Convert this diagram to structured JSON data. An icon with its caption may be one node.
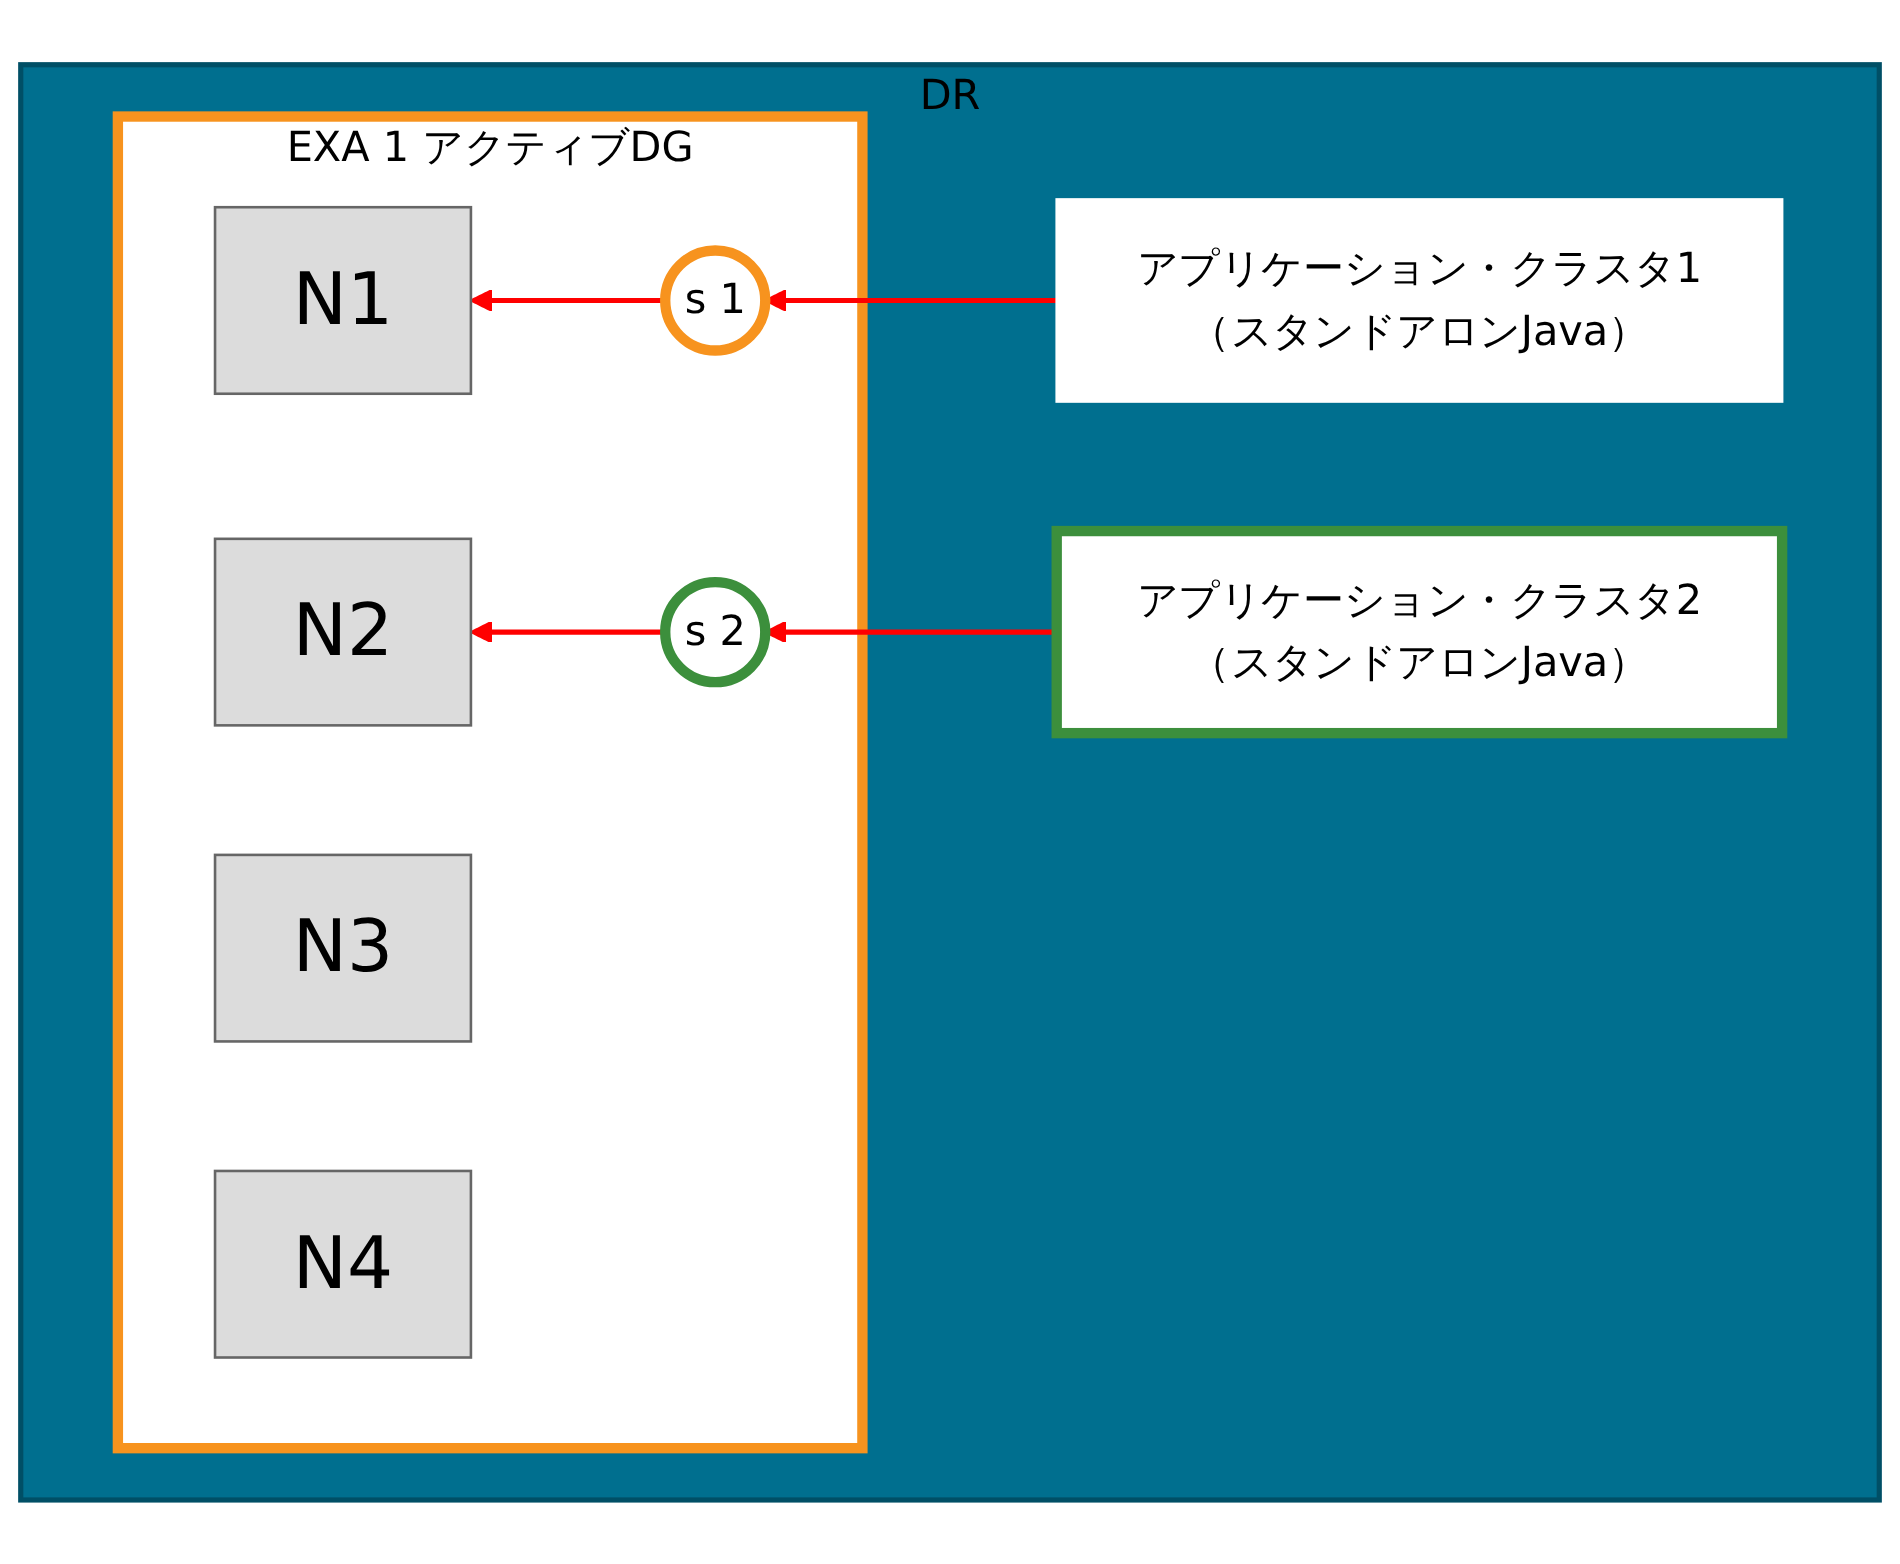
{
  "diagram": {
    "nodes": [
      {
        "text": [
          "DR"
        ]
      },
      {
        "text": [
          "EXA 1 アクティブDG"
        ],
        "in": 0
      },
      {
        "text": [
          "N1"
        ],
        "in": 1
      },
      {
        "text": [
          "s 1"
        ],
        "in": 1
      },
      {
        "text": [
          "N2"
        ],
        "in": 1
      },
      {
        "text": [
          "s 2"
        ],
        "in": 1
      },
      {
        "text": [
          "N3"
        ],
        "in": 1
      },
      {
        "text": [
          "N4"
        ],
        "in": 1
      },
      {
        "text": [
          "アプリケーション・クラスタ1（スタンドアロンJava）"
        ],
        "in": 0
      },
      {
        "text": [
          "アプリケーション・クラスタ2（スタンドアロンJava）"
        ],
        "in": 0
      }
    ],
    "edges": [
      {
        "from": 3,
        "to": 2,
        "arrow": "to",
        "color": "#ff0000"
      },
      {
        "from": 8,
        "to": 3,
        "arrow": "to",
        "color": "#ff0000"
      },
      {
        "from": 5,
        "to": 4,
        "arrow": "to",
        "color": "#ff0000"
      },
      {
        "from": 9,
        "to": 5,
        "arrow": "to",
        "color": "#ff0000"
      }
    ]
  }
}
